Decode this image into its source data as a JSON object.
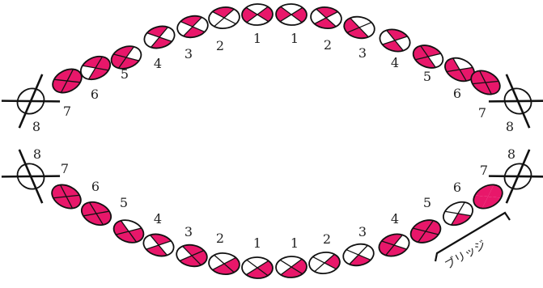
{
  "colors": {
    "filled": "#E8176A",
    "empty": "#FFFFFF",
    "outline": "#111111"
  },
  "chart_labels": {
    "bridge": "ブリッジ"
  },
  "upper_arch": {
    "left": [
      {
        "label": "1",
        "fill": [
          false,
          true,
          false,
          true
        ],
        "cross": true
      },
      {
        "label": "2",
        "fill": [
          true,
          false,
          false,
          false
        ],
        "cross": true
      },
      {
        "label": "3",
        "fill": [
          true,
          false,
          true,
          false
        ],
        "cross": true
      },
      {
        "label": "4",
        "fill": [
          true,
          false,
          true,
          false
        ],
        "cross": true
      },
      {
        "label": "5",
        "fill": [
          true,
          false,
          true,
          true
        ],
        "cross": true
      },
      {
        "label": "6",
        "fill": [
          true,
          true,
          true,
          false
        ],
        "cross": true
      },
      {
        "label": "7",
        "fill": [
          true,
          true,
          true,
          true
        ],
        "cross": true
      },
      {
        "label": "8",
        "fill": [
          false,
          false,
          false,
          false
        ],
        "cross": false,
        "removed": true
      }
    ],
    "right": [
      {
        "label": "1",
        "fill": [
          false,
          true,
          false,
          true
        ],
        "cross": true
      },
      {
        "label": "2",
        "fill": [
          true,
          false,
          true,
          false
        ],
        "cross": true
      },
      {
        "label": "3",
        "fill": [
          false,
          false,
          true,
          true
        ],
        "cross": true
      },
      {
        "label": "4",
        "fill": [
          true,
          false,
          true,
          false
        ],
        "cross": true
      },
      {
        "label": "5",
        "fill": [
          true,
          false,
          true,
          true
        ],
        "cross": true
      },
      {
        "label": "6",
        "fill": [
          false,
          true,
          true,
          true
        ],
        "cross": true
      },
      {
        "label": "7",
        "fill": [
          true,
          true,
          true,
          true
        ],
        "cross": true
      },
      {
        "label": "8",
        "fill": [
          false,
          false,
          false,
          false
        ],
        "cross": false,
        "removed": true
      }
    ]
  },
  "lower_arch": {
    "left": [
      {
        "label": "1",
        "fill": [
          false,
          true,
          true,
          false
        ],
        "cross": true
      },
      {
        "label": "2",
        "fill": [
          false,
          true,
          true,
          false
        ],
        "cross": true
      },
      {
        "label": "3",
        "fill": [
          true,
          true,
          true,
          false
        ],
        "cross": true
      },
      {
        "label": "4",
        "fill": [
          true,
          false,
          true,
          false
        ],
        "cross": true
      },
      {
        "label": "5",
        "fill": [
          false,
          true,
          true,
          true
        ],
        "cross": true
      },
      {
        "label": "6",
        "fill": [
          true,
          true,
          true,
          true
        ],
        "cross": true
      },
      {
        "label": "7",
        "fill": [
          true,
          true,
          true,
          true
        ],
        "cross": true
      },
      {
        "label": "8",
        "fill": [
          false,
          false,
          false,
          false
        ],
        "cross": false,
        "removed": true
      }
    ],
    "right": [
      {
        "label": "1",
        "fill": [
          false,
          true,
          true,
          false
        ],
        "cross": true
      },
      {
        "label": "2",
        "fill": [
          false,
          true,
          false,
          false
        ],
        "cross": true
      },
      {
        "label": "3",
        "fill": [
          false,
          false,
          true,
          false
        ],
        "cross": true
      },
      {
        "label": "4",
        "fill": [
          true,
          false,
          true,
          true
        ],
        "cross": true
      },
      {
        "label": "5",
        "fill": [
          true,
          true,
          true,
          true
        ],
        "cross": true
      },
      {
        "label": "6",
        "fill": [
          false,
          false,
          true,
          false
        ],
        "cross": true
      },
      {
        "label": "7",
        "fill": [
          true,
          true,
          true,
          true
        ],
        "cross": false,
        "bridge": true
      },
      {
        "label": "8",
        "fill": [
          false,
          false,
          false,
          false
        ],
        "cross": false,
        "removed": true
      }
    ]
  }
}
